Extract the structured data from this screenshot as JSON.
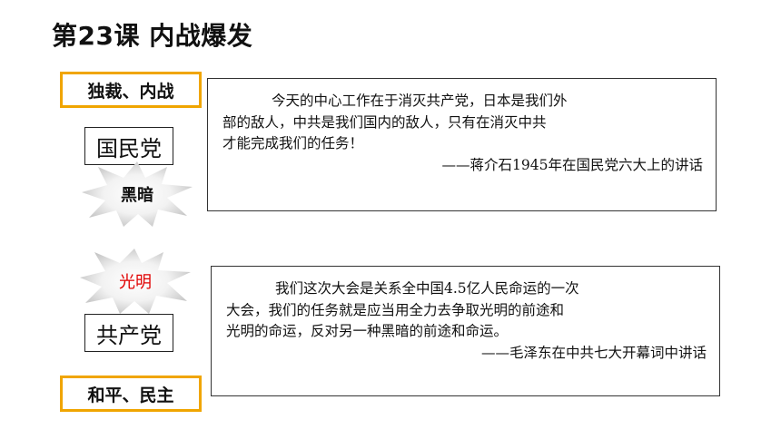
{
  "title": "第23课 内战爆发",
  "kmt": {
    "tag": "独裁、内战",
    "party": "国民党",
    "burst_label": "黑暗",
    "quote_lines": [
      "今天的中心工作在于消灭共产党，日本是我们外",
      "部的敌人，中共是我们国内的敌人，只有在消灭中共",
      "才能完成我们的任务！"
    ],
    "quote_source": "——蒋介石1945年在国民党六大上的讲话"
  },
  "cpc": {
    "burst_label": "光明",
    "party": "共产党",
    "tag": "和平、民主",
    "quote_lines": [
      "我们这次大会是关系全中国4.5亿人民命运的一次",
      "大会，我们的任务就是应当用全力去争取光明的前途和",
      "光明的命运，反对另一种黑暗的前途和命运。"
    ],
    "quote_source": "——毛泽东在中共七大开幕词中讲话"
  },
  "colors": {
    "tag_border": "#f0a500",
    "light_text": "#e00000",
    "dark_text": "#111111"
  }
}
